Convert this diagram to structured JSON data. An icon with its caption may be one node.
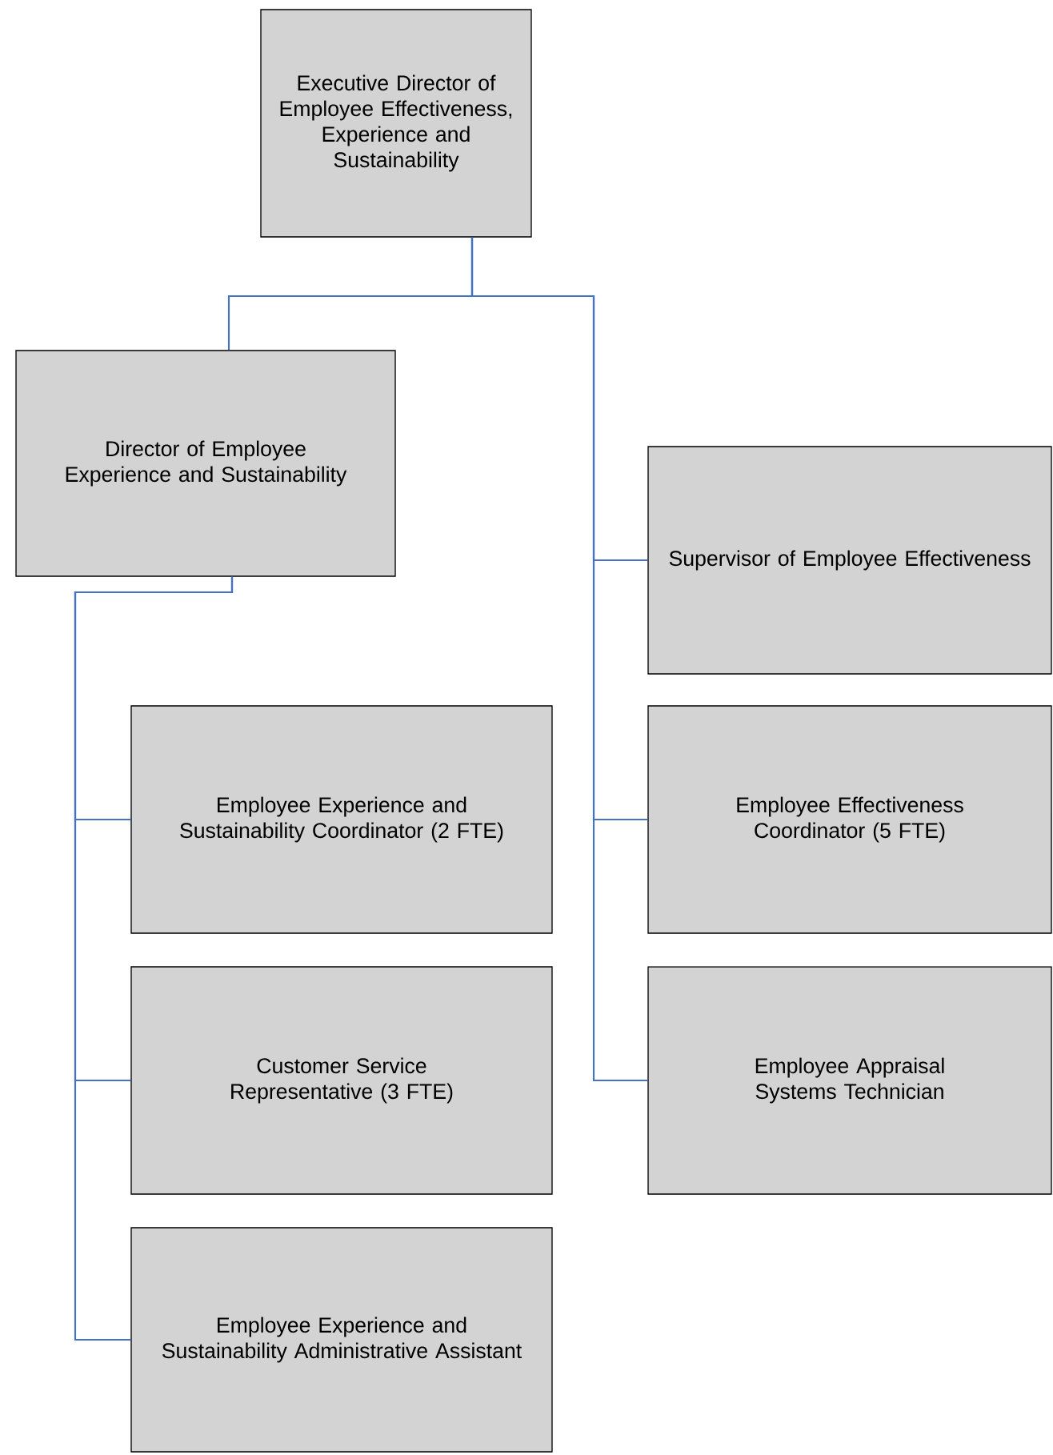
{
  "diagram": {
    "nodes": [
      {
        "text": [
          "Executive Director of Employee Effectiveness, Experience and Sustainability"
        ]
      },
      {
        "text": [
          "Director of Employee Experience and Sustainability"
        ]
      },
      {
        "text": [
          "Supervisor of Employee Effectiveness"
        ]
      },
      {
        "text": [
          "Employee Experience and Sustainability Coordinator (2 FTE)"
        ]
      },
      {
        "text": [
          "Employee Effectiveness Coordinator (5 FTE)"
        ]
      },
      {
        "text": [
          "Customer Service Representative (3 FTE)"
        ]
      },
      {
        "text": [
          "Employee Appraisal Systems Technician"
        ]
      },
      {
        "text": [
          "Employee Experience and Sustainability Administrative Assistant"
        ]
      }
    ],
    "edges": [
      {
        "from": 0,
        "to": 1,
        "arrow": "none"
      },
      {
        "from": 0,
        "to": 2,
        "arrow": "none"
      },
      {
        "from": 0,
        "to": 4,
        "arrow": "none"
      },
      {
        "from": 0,
        "to": 6,
        "arrow": "none"
      },
      {
        "from": 1,
        "to": 3,
        "arrow": "none"
      },
      {
        "from": 1,
        "to": 5,
        "arrow": "none"
      },
      {
        "from": 1,
        "to": 7,
        "arrow": "none"
      }
    ]
  }
}
